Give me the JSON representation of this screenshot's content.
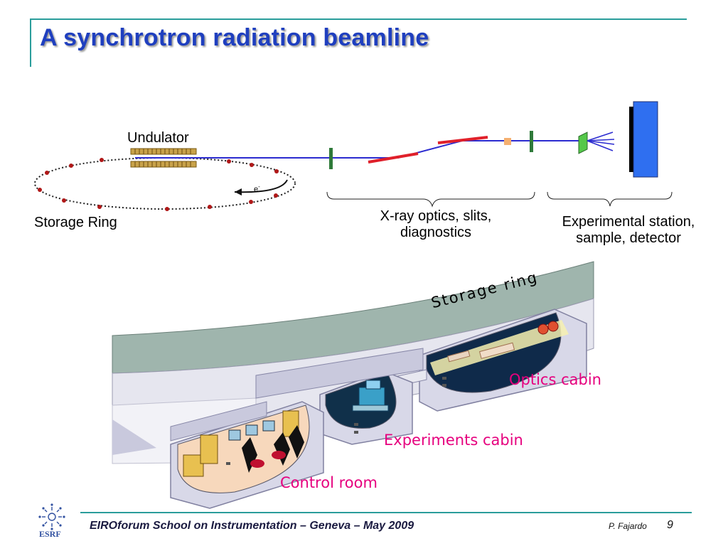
{
  "slide": {
    "title": "A synchrotron radiation beamline"
  },
  "schematic": {
    "undulator_label": "Undulator",
    "electron_label": "e",
    "electron_charge": "-",
    "storage_ring_label": "Storage Ring",
    "optics_group_label_line1": "X-ray optics, slits,",
    "optics_group_label_line2": "diagnostics",
    "station_group_label_line1": "Experimental station,",
    "station_group_label_line2": "sample, detector"
  },
  "illustration": {
    "storage_ring_label": "Storage ring",
    "optics_cabin_label": "Optics cabin",
    "experiments_cabin_label": "Experiments cabin",
    "control_room_label": "Control room"
  },
  "footer": {
    "logo_text": "ESRF",
    "event_text": "EIROforum School on Instrumentation – Geneva – May 2009",
    "author": "P. Fajardo",
    "page_number": "9"
  },
  "colors": {
    "title": "#1f3fbf",
    "accent_line": "#2a9d9b",
    "beam": "#2b2bd0",
    "mirror": "#e0202a",
    "slit": "#2f7a3a",
    "detector": "#2f6ff0",
    "magnenta_labels": "#e6007e"
  }
}
